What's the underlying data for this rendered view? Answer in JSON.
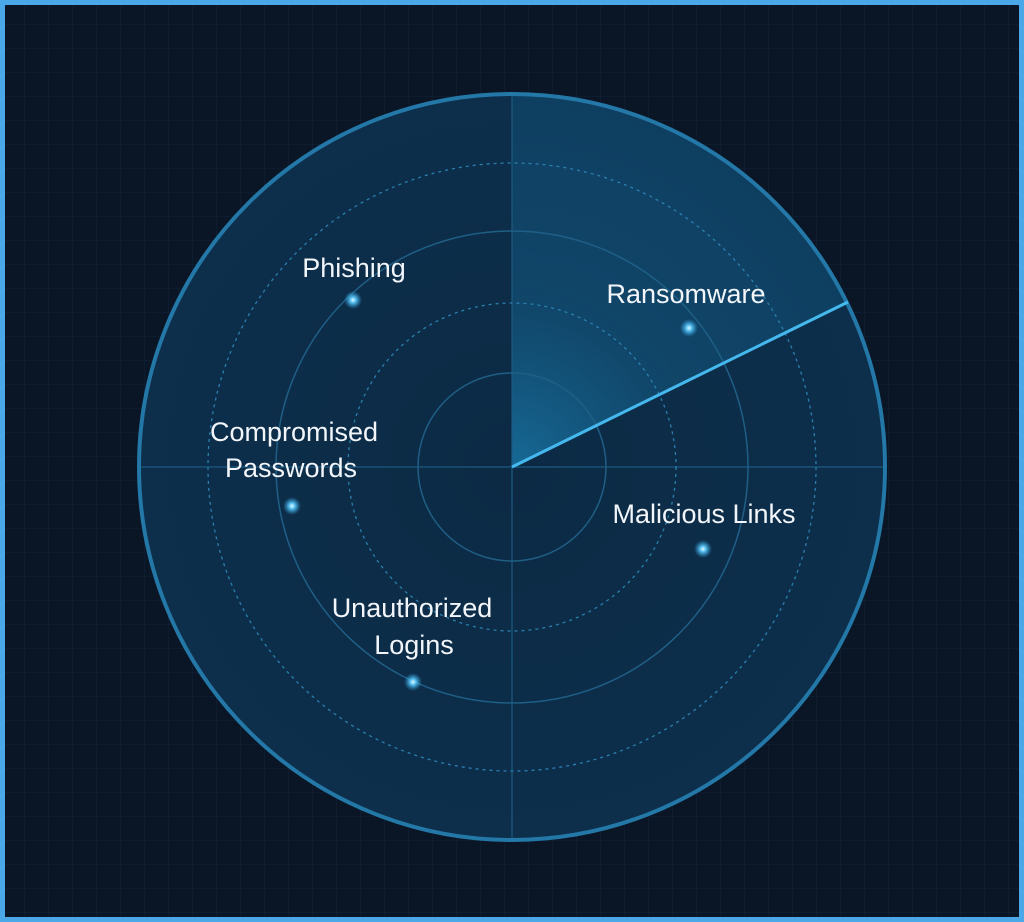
{
  "title": "Threat Radar",
  "colors": {
    "background": "#0a1525",
    "accent": "#3fb4ea",
    "border": "#4aa8e8"
  },
  "threats": [
    {
      "label_lines": [
        "Phishing"
      ]
    },
    {
      "label_lines": [
        "Ransomware"
      ]
    },
    {
      "label_lines": [
        "Compromised",
        "Passwords"
      ]
    },
    {
      "label_lines": [
        "Malicious Links"
      ]
    },
    {
      "label_lines": [
        "Unauthorized",
        "Logins"
      ]
    }
  ]
}
